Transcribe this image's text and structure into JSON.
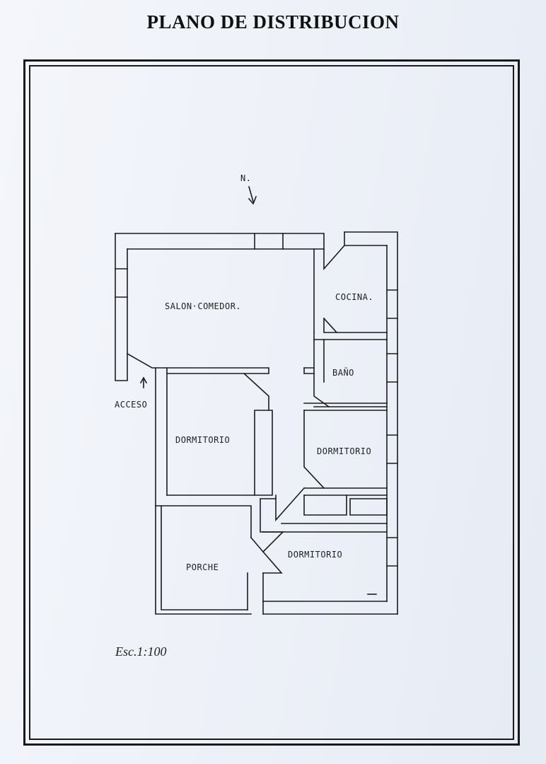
{
  "title": "PLANO DE DISTRIBUCION",
  "north_label": "N.",
  "access_label": "ACCESO",
  "scale_label": "Esc.1:100",
  "rooms": {
    "salon": "SALON·COMEDOR.",
    "cocina": "COCINA.",
    "bano": "BAÑO",
    "dormitorio_left": "DORMITORIO",
    "dormitorio_right": "DORMITORIO",
    "dormitorio_bottom": "DORMITORIO",
    "porche": "PORCHE"
  }
}
